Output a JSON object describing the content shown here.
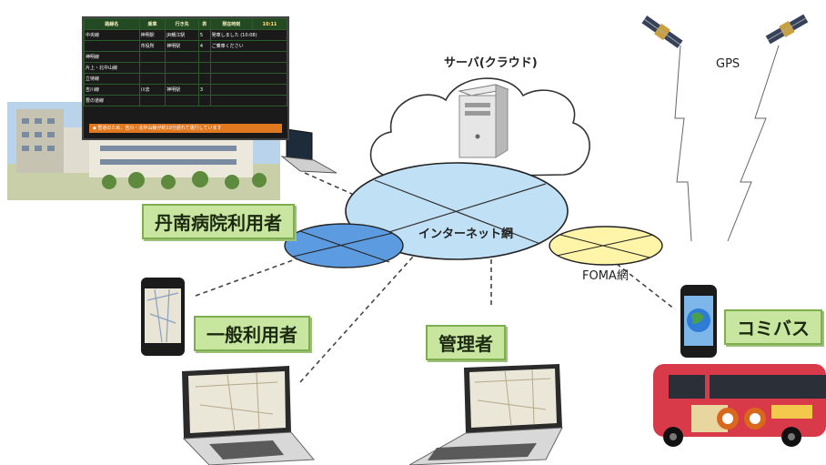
{
  "labels": {
    "server": "サーバ(クラウド)",
    "gps": "GPS",
    "internet": "インターネット網",
    "foma": "FOMA網",
    "hospital_users": "丹南病院利用者",
    "general_users": "一般利用者",
    "admin": "管理者",
    "community_bus": "コミバス"
  },
  "colors": {
    "internet_cloud": "#bfe0f5",
    "left_ellipse": "#5c9be0",
    "foma_ellipse": "#fff4a8",
    "label_fill": "#c8e6a0",
    "bus_red": "#d93a4a"
  },
  "board": {
    "headers": [
      "路線名",
      "乗車",
      "行き先",
      "表",
      "現在時刻",
      "10:11"
    ],
    "rows": [
      [
        "中央線",
        "神明駅",
        "JR鯖江駅",
        "5",
        "発車しました (10:08)"
      ],
      [
        "",
        "市役所",
        "神明駅",
        "4",
        "ご乗車ください"
      ],
      [
        "神明線",
        "",
        "",
        "",
        ""
      ],
      [
        "片上・北中山線",
        "",
        "",
        "",
        ""
      ],
      [
        "立待線",
        "",
        "",
        "",
        ""
      ],
      [
        "吉川線",
        "川去",
        "神明駅",
        "3",
        ""
      ],
      [
        "豊の道線",
        "",
        "",
        "",
        ""
      ]
    ],
    "notice": "◆ 雪道のため、吉川・北中山線が約10分遅れて運行しています"
  }
}
